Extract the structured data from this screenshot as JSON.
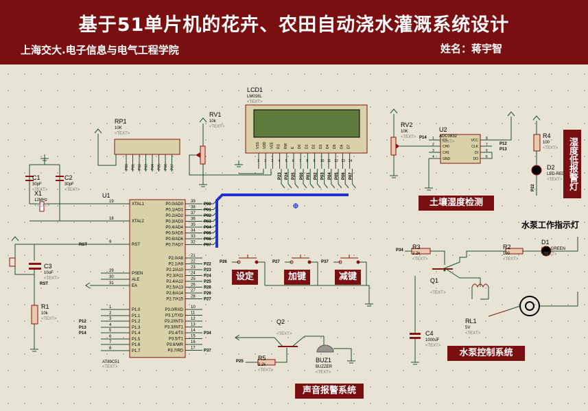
{
  "header": {
    "title": "基于51单片机的花卉、农田自动浇水灌溉系统设计",
    "school": "上海交大.电子信息与电气工程学院",
    "author": "姓名：蒋宇智"
  },
  "blocks": {
    "soil": "土壤湿度检测",
    "humidity_alarm": "湿度低报警灯",
    "pump_indicator": "水泵工作指示灯",
    "pump_control": "水泵控制系统",
    "sound_alarm": "声音报警系统",
    "btn_set": "设定",
    "btn_add": "加键",
    "btn_sub": "减键"
  },
  "parts": {
    "lcd": {
      "ref": "LCD1",
      "model": "LM016L",
      "text": "<TEXT>",
      "pins": [
        "VSS",
        "VDD",
        "VEE",
        "RS",
        "RW",
        "E",
        "D0",
        "D1",
        "D2",
        "D3",
        "D4",
        "D5",
        "D6",
        "D7"
      ],
      "pin_nums": [
        "1",
        "2",
        "3",
        "4",
        "5",
        "6",
        "7",
        "8",
        "9",
        "10",
        "11",
        "12",
        "13",
        "14"
      ],
      "bus_labels": [
        "P23",
        "P24",
        "P25",
        "P00",
        "P01",
        "P02",
        "P03",
        "P04",
        "P05",
        "P06",
        "P07"
      ]
    },
    "rp1": {
      "ref": "RP1",
      "value": "10K",
      "text": "<TEXT>",
      "pins": [
        "P00",
        "P01",
        "P02",
        "P03",
        "P04",
        "P05",
        "P06",
        "P07"
      ]
    },
    "rv1": {
      "ref": "RV1",
      "value": "10k",
      "text": "<TEXT>"
    },
    "rv2": {
      "ref": "RV2",
      "value": "10K",
      "text": "<TEXT>"
    },
    "u2": {
      "ref": "U2",
      "model": "ADC0832",
      "text": "<TEXT>",
      "left_pins": [
        "CS",
        "CH0",
        "CH1",
        "GND"
      ],
      "left_nums": [
        "1",
        "2",
        "3",
        "4"
      ],
      "right_pins": [
        "VCC",
        "CLK",
        "DI",
        "DO"
      ],
      "right_nums": [
        "8",
        "7",
        "6",
        "5"
      ],
      "net_p14": "P14",
      "net_p12": "P12",
      "net_p13": "P13"
    },
    "r4": {
      "ref": "R4",
      "value": "100",
      "text": "<TEXT>"
    },
    "d2": {
      "ref": "D2",
      "value": "LED-RED",
      "text": "<TEXT>",
      "net": "P22"
    },
    "c1": {
      "ref": "C1",
      "value": "30pF",
      "text": "<TEXT>"
    },
    "c2": {
      "ref": "C2",
      "value": "30pF",
      "text": "<TEXT>"
    },
    "x1": {
      "ref": "X1",
      "value": "12MHz",
      "text": "<TEXT>"
    },
    "c3": {
      "ref": "C3",
      "value": "10uF",
      "text": "<TEXT>",
      "net": "RST"
    },
    "r1": {
      "ref": "R1",
      "value": "10k",
      "text": "<TEXT>"
    },
    "u1": {
      "ref": "U1",
      "model": "AT89C51",
      "text": "<TEXT>",
      "left": [
        {
          "num": "19",
          "name": "XTAL1"
        },
        {
          "num": "18",
          "name": "XTAL2"
        },
        {
          "num": "9",
          "name": "RST"
        },
        {
          "num": "29",
          "name": "PSEN"
        },
        {
          "num": "30",
          "name": "ALE"
        },
        {
          "num": "31",
          "name": "EA"
        },
        {
          "num": "1",
          "name": "P1.0"
        },
        {
          "num": "2",
          "name": "P1.1"
        },
        {
          "num": "3",
          "name": "P1.2"
        },
        {
          "num": "4",
          "name": "P1.3"
        },
        {
          "num": "5",
          "name": "P1.4"
        },
        {
          "num": "6",
          "name": "P1.5"
        },
        {
          "num": "7",
          "name": "P1.6"
        },
        {
          "num": "8",
          "name": "P1.7"
        }
      ],
      "left_nets": {
        "RST": "RST",
        "P1.2": "P12",
        "P1.3": "P13",
        "P1.4": "P14"
      },
      "right": [
        {
          "num": "39",
          "name": "P0.0/AD0",
          "net": "P00"
        },
        {
          "num": "38",
          "name": "P0.1/AD1",
          "net": "P01"
        },
        {
          "num": "37",
          "name": "P0.2/AD2",
          "net": "P02"
        },
        {
          "num": "36",
          "name": "P0.3/AD3",
          "net": "P03"
        },
        {
          "num": "35",
          "name": "P0.4/AD4",
          "net": "P04"
        },
        {
          "num": "34",
          "name": "P0.5/AD5",
          "net": "P05"
        },
        {
          "num": "33",
          "name": "P0.6/AD6",
          "net": "P06"
        },
        {
          "num": "32",
          "name": "P0.7/AD7",
          "net": "P07"
        },
        {
          "num": "21",
          "name": "P2.0/A8",
          "net": ""
        },
        {
          "num": "22",
          "name": "P2.1/A9",
          "net": "P22"
        },
        {
          "num": "23",
          "name": "P2.2/A10",
          "net": "P23"
        },
        {
          "num": "24",
          "name": "P2.3/A11",
          "net": "P24"
        },
        {
          "num": "25",
          "name": "P2.4/A12",
          "net": "P25"
        },
        {
          "num": "26",
          "name": "P2.5/A13",
          "net": "P26"
        },
        {
          "num": "27",
          "name": "P2.6/A14",
          "net": "P26"
        },
        {
          "num": "28",
          "name": "P2.7/A15",
          "net": "P27"
        },
        {
          "num": "10",
          "name": "P3.0/RXD",
          "net": ""
        },
        {
          "num": "11",
          "name": "P3.1/TXD",
          "net": ""
        },
        {
          "num": "12",
          "name": "P3.2/INT0",
          "net": ""
        },
        {
          "num": "13",
          "name": "P3.3/INT1",
          "net": ""
        },
        {
          "num": "14",
          "name": "P3.4/T0",
          "net": "P34"
        },
        {
          "num": "15",
          "name": "P3.5/T1",
          "net": ""
        },
        {
          "num": "16",
          "name": "P3.6/WR",
          "net": ""
        },
        {
          "num": "17",
          "name": "P3.7/RD",
          "net": "P37"
        }
      ]
    },
    "keys": [
      {
        "net": "P26"
      },
      {
        "net": "P27"
      },
      {
        "net": "P37"
      }
    ],
    "r3": {
      "ref": "R3",
      "value": "2.2k",
      "text": "<TEXT>",
      "net": "P34"
    },
    "q1": {
      "ref": "Q1",
      "type": "PNP",
      "text": "<TEXT>"
    },
    "r2": {
      "ref": "R2",
      "value": "100",
      "text": "<TEXT>"
    },
    "d1": {
      "ref": "D1",
      "value": "LED-GREEN",
      "text": "<TEXT>"
    },
    "rl1": {
      "ref": "RL1",
      "value": "5V",
      "text": "<TEXT>"
    },
    "c4": {
      "ref": "C4",
      "value": "1000uF",
      "text": "<TEXT>"
    },
    "q2": {
      "ref": "Q2",
      "type": "PNP",
      "text": "<TEXT>"
    },
    "r5": {
      "ref": "R5",
      "value": "2.2k",
      "text": "<TEXT>",
      "net": "P25"
    },
    "buz1": {
      "ref": "BUZ1",
      "model": "BUZZER",
      "text": "<TEXT>"
    }
  },
  "colors": {
    "header_bg": "#7a0f12",
    "canvas": "#e7e4d6",
    "wire": "#1f4f2a",
    "part": "#8b1111",
    "bus": "#1f2fd0",
    "lcd_screen": "#5d7a3c",
    "body": "#d9d2a8"
  }
}
